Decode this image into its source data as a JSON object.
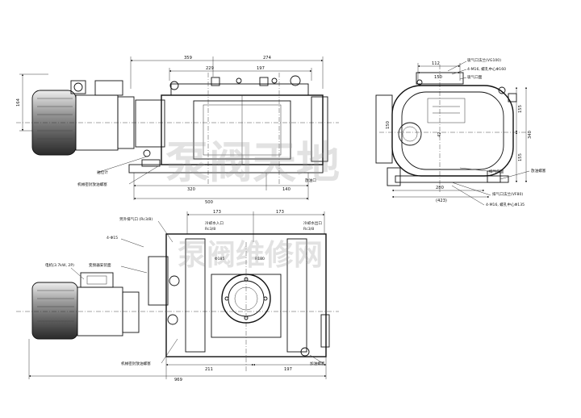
{
  "top_view": {
    "dimensions": {
      "d359": "359",
      "d274": "274",
      "d229": "229",
      "d197": "197",
      "d164": "164",
      "d320": "320",
      "d140": "140",
      "d500": "500"
    },
    "labels": {
      "oil_level": "油位计",
      "mech_seal_plug": "机械密封放油螺塞",
      "drain_port": "放油口"
    }
  },
  "side_view": {
    "dimensions": {
      "d112": "112",
      "d150_top": "150",
      "d155_a": "155",
      "d155_b": "155",
      "d340": "340",
      "d280": "280",
      "d423": "(423)",
      "d150_left": "150",
      "d42": "42"
    },
    "labels": {
      "inlet_flange": "吸气口法兰(VG100)",
      "inlet_bolts": "4-M16, 螺孔中心Φ160",
      "inlet_face": "吸气口面",
      "outlet_face": "排气口面",
      "drain_plug": "放油螺塞",
      "outlet_flange": "排气口法兰(VF80)",
      "outlet_bolts": "4-M16, 螺孔中心Φ135"
    }
  },
  "bottom_view": {
    "dimensions": {
      "d173_a": "173",
      "d173_b": "173",
      "d211": "211",
      "d197": "197",
      "d969": "969",
      "phi185": "Φ185",
      "r180": "R180"
    },
    "labels": {
      "aux_exhaust": "另外排气口 (Rc3/8)",
      "cool_in": "冷却水入口",
      "cool_in_thread": "Rc3/8",
      "cool_out": "冷却水出口",
      "cool_out_thread": "Rc3/8",
      "holes": "4-Φ15",
      "motor": "电机(3.7kW, 2P)",
      "inverter_face": "变频器安装面",
      "mech_seal_plug": "机械密封放油螺塞",
      "fill_plug": "加油螺塞"
    }
  },
  "watermark": {
    "line1": "泵阀天地",
    "line2": "泵阀维修网"
  }
}
